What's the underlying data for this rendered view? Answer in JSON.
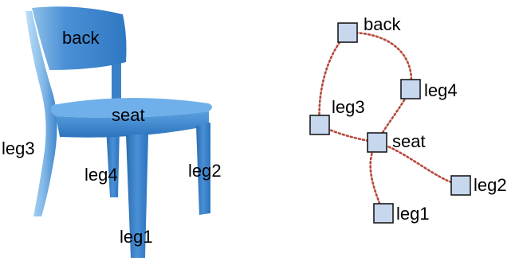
{
  "colors": {
    "chair_main": "#3d84cc",
    "chair_dark": "#2a6db0",
    "chair_light": "#8fc0ea",
    "chair_highlight": "#bfe0f8",
    "node_fill": "#c7d7ee",
    "node_stroke": "#1a1a1a",
    "edge": "#b5493b"
  },
  "chair": {
    "parts": {
      "back": "back",
      "seat": "seat",
      "leg1": "leg1",
      "leg2": "leg2",
      "leg3": "leg3",
      "leg4": "leg4"
    }
  },
  "graph": {
    "nodes": [
      {
        "id": "back",
        "label": "back"
      },
      {
        "id": "leg4",
        "label": "leg4"
      },
      {
        "id": "leg3",
        "label": "leg3"
      },
      {
        "id": "seat",
        "label": "seat"
      },
      {
        "id": "leg2",
        "label": "leg2"
      },
      {
        "id": "leg1",
        "label": "leg1"
      }
    ],
    "edges": [
      {
        "from": "back",
        "to": "leg3"
      },
      {
        "from": "back",
        "to": "leg4"
      },
      {
        "from": "leg3",
        "to": "seat"
      },
      {
        "from": "leg4",
        "to": "seat"
      },
      {
        "from": "seat",
        "to": "leg2"
      },
      {
        "from": "seat",
        "to": "leg1"
      }
    ]
  }
}
